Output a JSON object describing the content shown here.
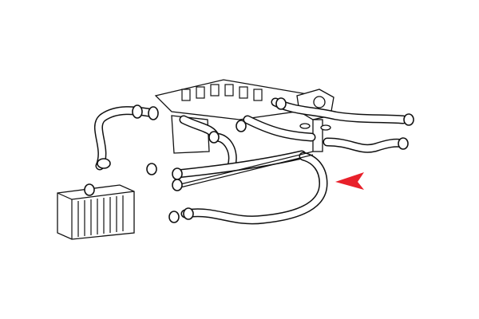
{
  "diagram": {
    "style": "black line drawing on white background",
    "components": [
      "radiator",
      "intake-manifold",
      "thermostat-housing",
      "coolant-hoses",
      "hose-clamps"
    ],
    "highlight": {
      "icon": "arrow-left-icon",
      "color": "#e8202a",
      "target": "lower-coolant-hose"
    },
    "line_color": "#111111",
    "background_color": "#ffffff"
  }
}
